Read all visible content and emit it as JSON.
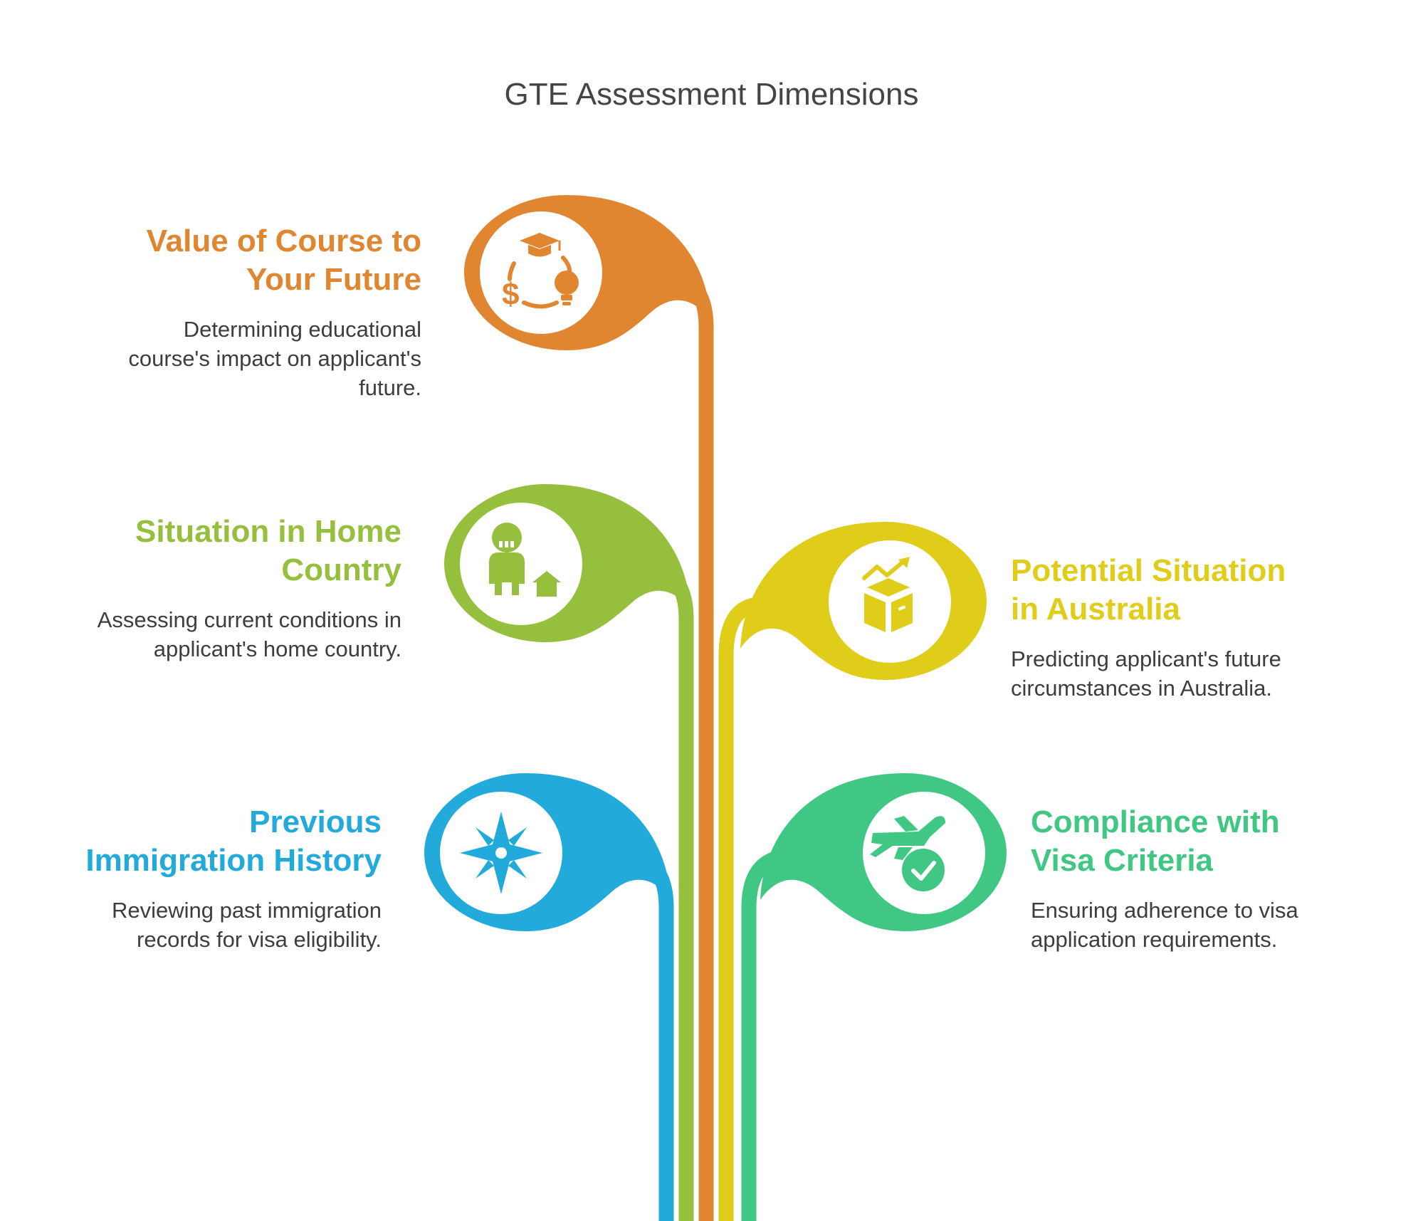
{
  "title": "GTE Assessment Dimensions",
  "items": [
    {
      "id": "value-of-course",
      "side": "left",
      "color": "#E08530",
      "icon": "graduation-cycle-icon",
      "heading": "Value of Course to Your Future",
      "description": "Determining educational course's impact on applicant's future."
    },
    {
      "id": "home-country",
      "side": "left",
      "color": "#95BF3C",
      "icon": "person-home-icon",
      "heading": "Situation in Home Country",
      "description": "Assessing current conditions in applicant's home country."
    },
    {
      "id": "australia",
      "side": "right",
      "color": "#DFCD1A",
      "icon": "box-growth-icon",
      "heading": "Potential Situation in Australia",
      "description": "Predicting applicant's future circumstances in Australia."
    },
    {
      "id": "immigration-history",
      "side": "left",
      "color": "#22AADB",
      "icon": "compass-icon",
      "heading": "Previous Immigration History",
      "description": "Reviewing past immigration records for visa eligibility."
    },
    {
      "id": "visa-compliance",
      "side": "right",
      "color": "#40C784",
      "icon": "plane-check-icon",
      "heading": "Compliance with Visa Criteria",
      "description": "Ensuring adherence to visa application requirements."
    }
  ]
}
